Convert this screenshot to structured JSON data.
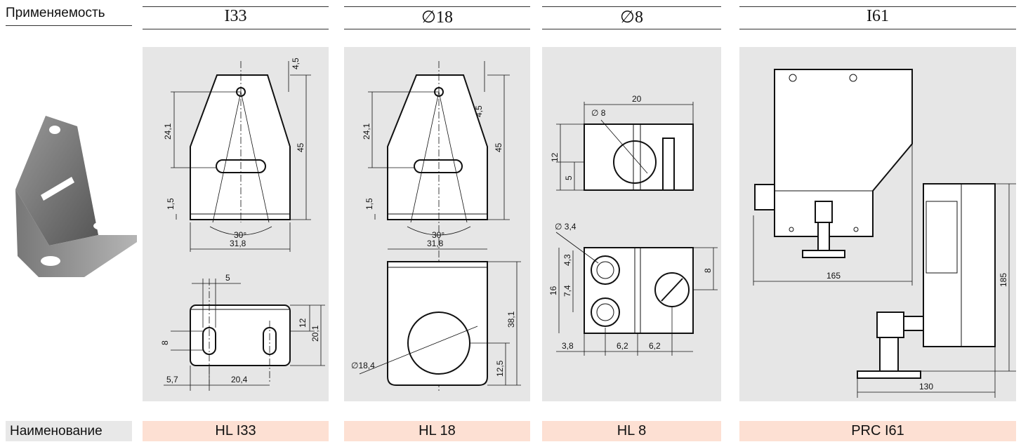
{
  "header": {
    "label": "Применяемость",
    "columns": [
      "I33",
      "∅18",
      "∅8",
      "I61"
    ]
  },
  "footer": {
    "label": "Наименование",
    "names": [
      "HL  I33",
      "HL  18",
      "HL  8",
      "PRC I61"
    ]
  },
  "drawings": {
    "i33": {
      "d1": "4,5",
      "d2": "24,1",
      "d3": "45",
      "d4": "1,5",
      "angle": "30°",
      "width": "31,8",
      "d5": "5",
      "d6": "8",
      "d7": "12",
      "d8": "20,1",
      "d9": "5,7",
      "d10": "20,4"
    },
    "d18": {
      "d1": "4,5",
      "d2": "24,1",
      "d3": "45",
      "d4": "1,5",
      "angle": "30°",
      "width": "31,8",
      "dia": "∅18,4",
      "h1": "38,1",
      "h2": "12,5"
    },
    "d8": {
      "w": "20",
      "dia": "∅ 8",
      "h1": "12",
      "h2": "5",
      "hole": "∅ 3,4",
      "v1": "4,3",
      "v2": "7,4",
      "v3": "16",
      "v4": "8",
      "b1": "3,8",
      "b2": "6,2",
      "b3": "6,2"
    },
    "i61": {
      "w1": "165",
      "h1": "185",
      "w2": "130"
    }
  }
}
